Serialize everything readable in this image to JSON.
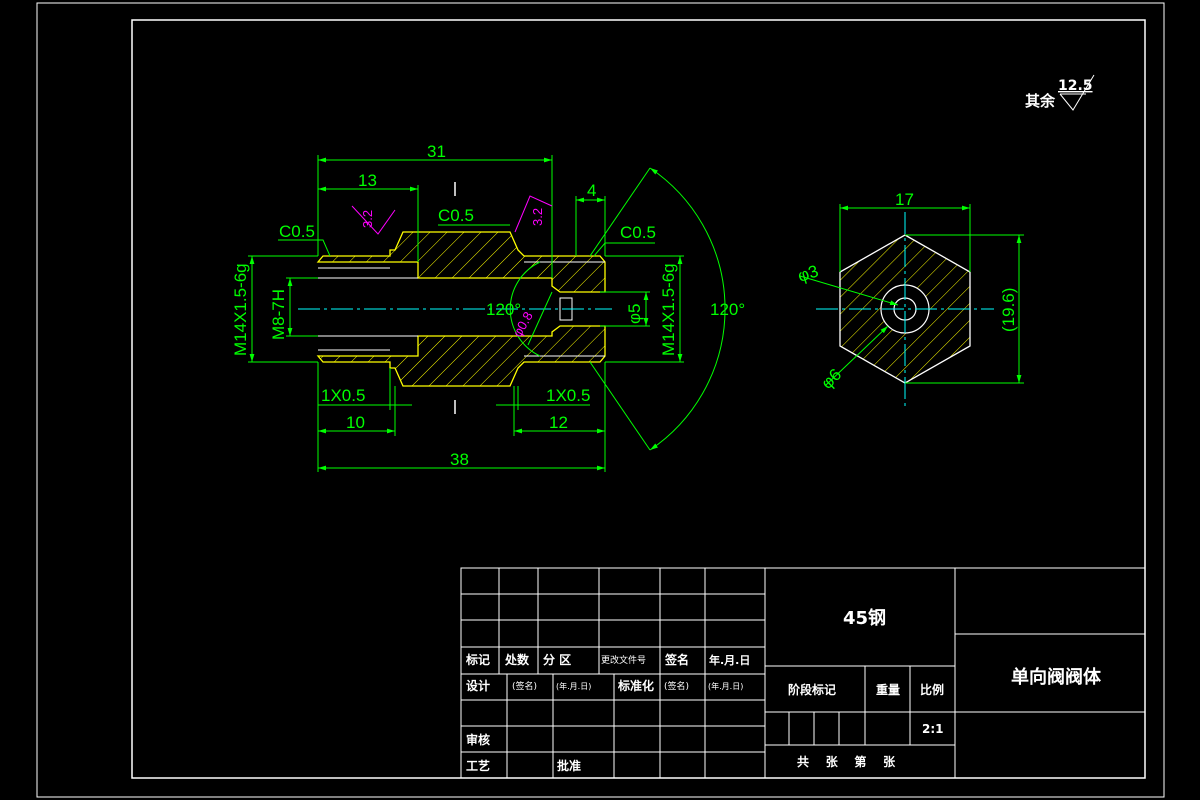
{
  "colors": {
    "background": "#000000",
    "outline": "#ffffff",
    "part_edge": "#ffff00",
    "hatch": "#ffff00",
    "dimension": "#00ff00",
    "centerline": "#00ffff",
    "surface_mark": "#ff00ff"
  },
  "surface_note": {
    "label": "其余",
    "value": "12.5"
  },
  "front_view": {
    "dim_31": "31",
    "dim_13": "13",
    "dim_4": "4",
    "dim_38": "38",
    "dim_10": "10",
    "dim_12": "12",
    "chamfer_left": "C0.5",
    "chamfer_mid": "C0.5",
    "chamfer_right": "C0.5",
    "groove_left": "1X0.5",
    "groove_right": "1X0.5",
    "thread_left": "M14X1.5-6g",
    "thread_inner": "M8-7H",
    "thread_right": "M14X1.5-6g",
    "dia_5": "φ5",
    "dia_08": "φ0.8",
    "angle_inner": "120°",
    "angle_outer": "120°",
    "roughness_left": "3.2",
    "roughness_right": "3.2"
  },
  "side_view": {
    "dim_17": "17",
    "dim_196": "(19.6)",
    "dia_3": "φ3",
    "dia_6": "φ6"
  },
  "title_block": {
    "material": "45钢",
    "part_name": "单向阀阀体",
    "headers": {
      "mark": "标记",
      "count": "处数",
      "zone": "分 区",
      "change_doc": "更改文件号",
      "signature": "签名",
      "date": "年.月.日"
    },
    "rows": {
      "design": "设计",
      "sign_a": "(签名)",
      "date_a": "(年.月.日)",
      "standardize": "标准化",
      "sign_b": "(签名)",
      "date_b": "(年.月.日)",
      "review": "审核",
      "process": "工艺",
      "approve": "批准"
    },
    "stage_mark": "阶段标记",
    "weight": "重量",
    "scale_label": "比例",
    "scale_value": "2:1",
    "sheets": "共    张    第    张"
  }
}
